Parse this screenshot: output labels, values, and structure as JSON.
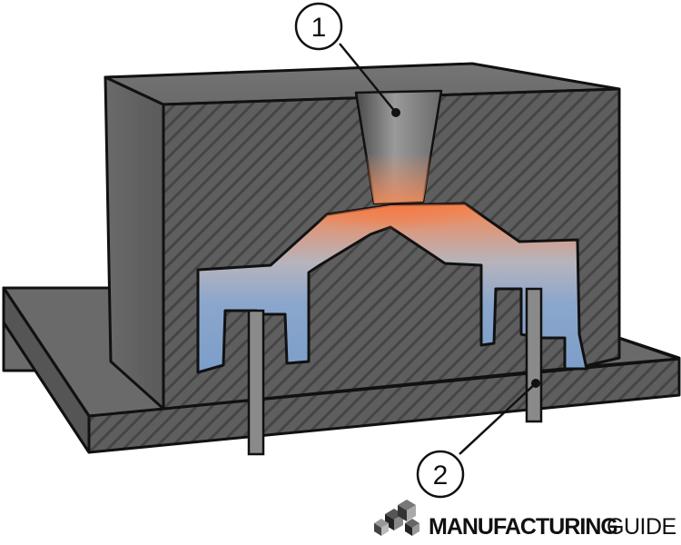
{
  "callouts": [
    {
      "label": "1"
    },
    {
      "label": "2"
    }
  ],
  "brand": {
    "bold": "MANUFACTURING",
    "light": "GUIDE"
  },
  "colors": {
    "mold_gray": "#5c5c5c",
    "mold_dark": "#3e3e3e",
    "outline": "#111111",
    "cavity_blue": "#7e9fca",
    "cavity_orange": "#f08a5a",
    "pin_gray": "#8a8a8a"
  }
}
